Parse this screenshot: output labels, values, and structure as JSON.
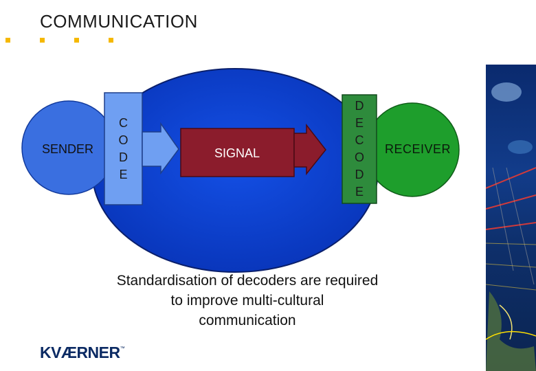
{
  "title": "COMMUNICATION",
  "nodes": {
    "sender": "SENDER",
    "code": [
      "C",
      "O",
      "D",
      "E"
    ],
    "signal": "SIGNAL",
    "decode": [
      "D",
      "E",
      "C",
      "O",
      "D",
      "E"
    ],
    "receiver": "RECEIVER"
  },
  "caption": [
    "Standardisation of decoders are required",
    "to improve multi-cultural",
    "communication"
  ],
  "logo": {
    "text": "KVÆRNER",
    "mark": "™"
  },
  "colors": {
    "accent_bullet": "#f5b800",
    "ellipse": "#0a3fd8",
    "sender_circle": "#3a6fe0",
    "code_box": "#6f9ff2",
    "signal_box": "#8b1c2c",
    "receiver_circle": "#1e9e2c",
    "decode_box": "#2e8b3c"
  }
}
